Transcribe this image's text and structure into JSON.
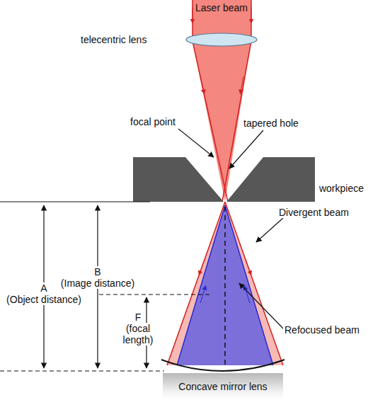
{
  "diagram": {
    "nodes": [
      {
        "text": [
          "Concave mirror lens"
        ]
      }
    ],
    "labels": [
      "Laser beam",
      "telecentric lens",
      "focal point",
      "tapered hole",
      "workpiece",
      "A",
      "(Object distance)",
      "B",
      "(Image distance)",
      "F",
      "(focal length)",
      "Divergent beam",
      "Refocused beam"
    ]
  }
}
